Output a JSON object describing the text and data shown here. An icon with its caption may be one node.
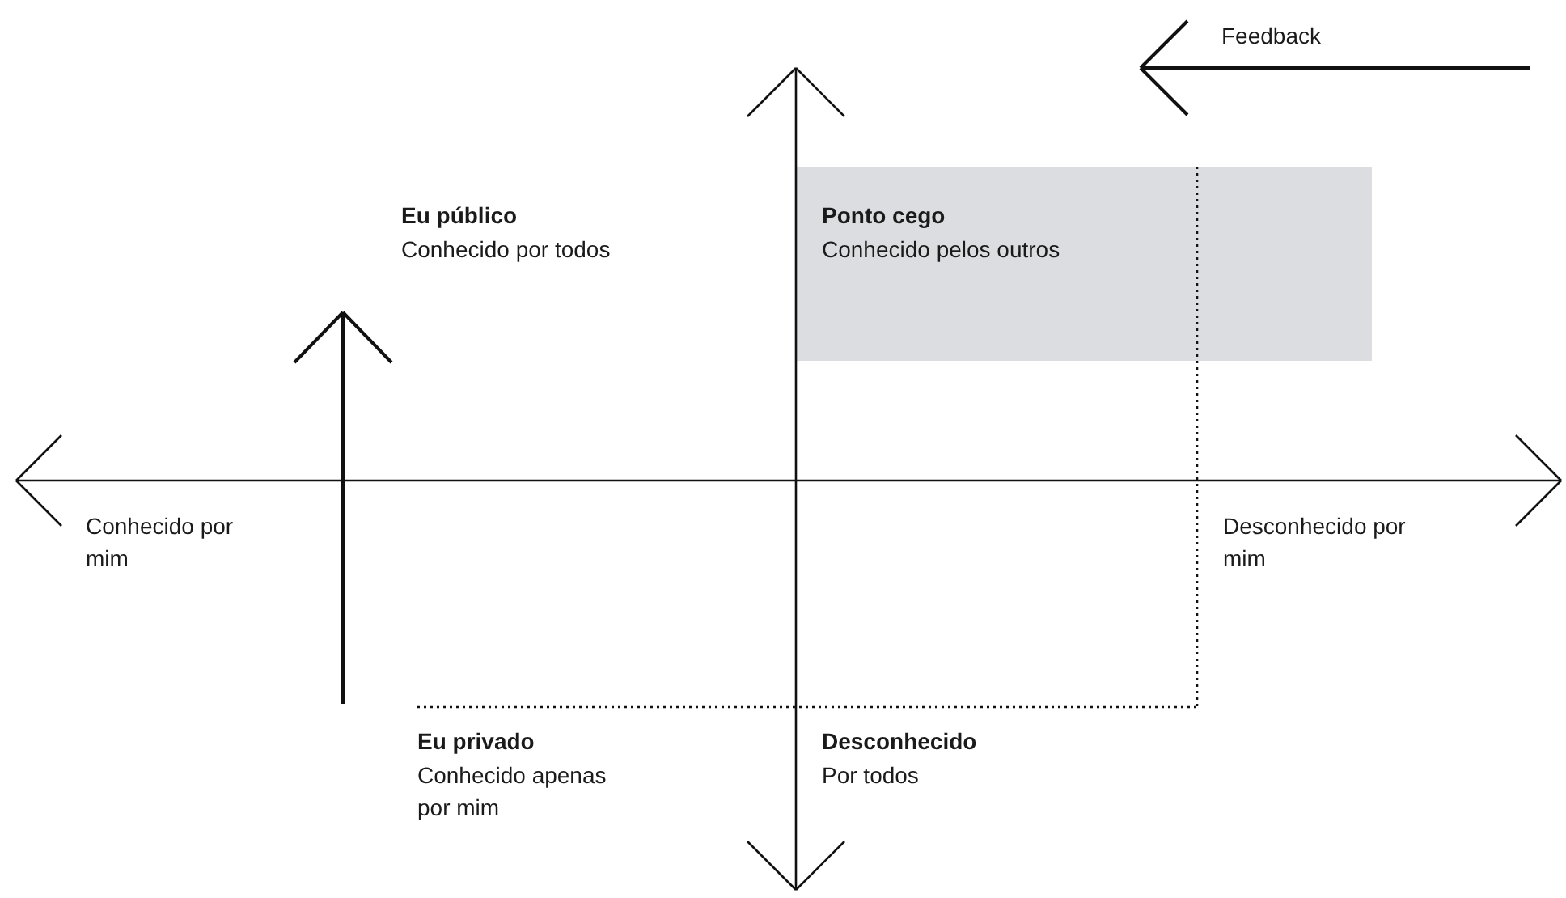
{
  "diagram": {
    "nodes": [
      {
        "text": [
          "Ponto cego",
          "Conhecido pelos outros"
        ]
      }
    ],
    "edges": [],
    "labels": [
      "Feedback",
      "Eu público",
      "Conhecido por todos",
      "Conhecido por mim",
      "Desconhecido por mim",
      "Eu privado",
      "Conhecido apenas por mim",
      "Desconhecido",
      "Por todos"
    ]
  }
}
